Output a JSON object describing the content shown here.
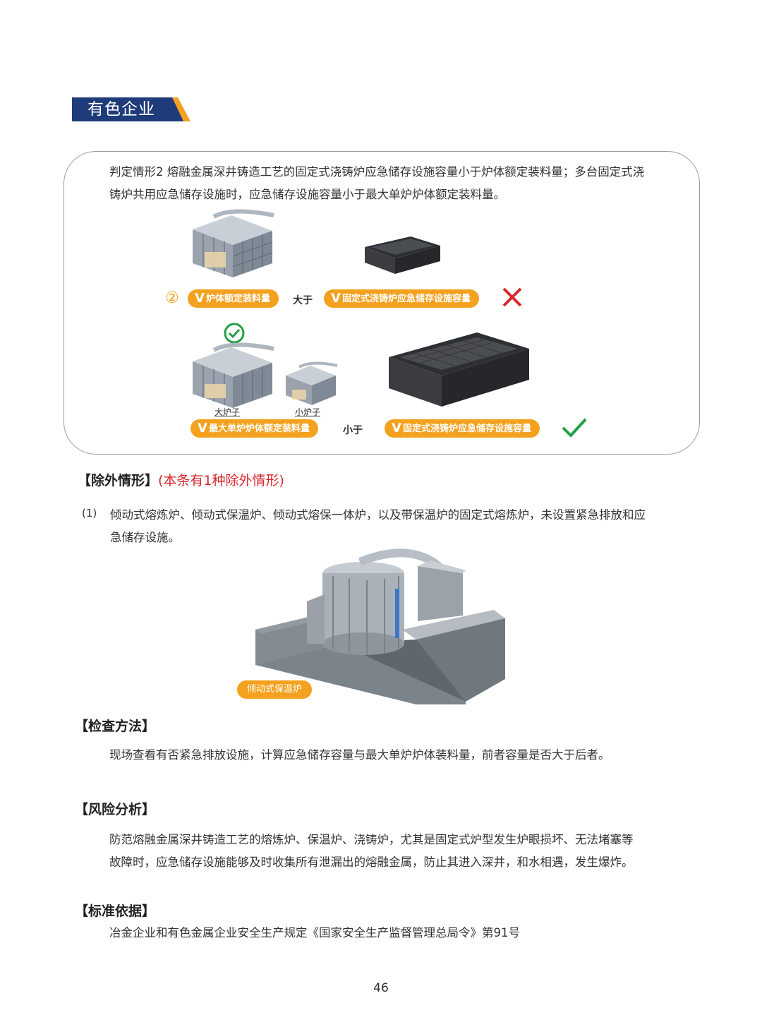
{
  "header": {
    "title": "有色企业"
  },
  "panel": {
    "criterion_line1": "判定情形2 熔融金属深井铸造工艺的固定式浇铸炉应急储存设施容量小于炉体额定装料量；多台固定式浇",
    "criterion_line2": "铸炉共用应急储存设施时，应急储存设施容量小于最大单炉炉体额定装料量。",
    "row1": {
      "number": "②",
      "pill_left": "炉体额定装料量",
      "relation": "大于",
      "pill_right": "固定式浇铸炉应急储存设施容量",
      "verdict": "wrong"
    },
    "row2": {
      "label_big": "大炉子",
      "label_small": "小炉子",
      "pill_left": "最大单炉炉体额定装料量",
      "relation": "小于",
      "pill_right": "固定式浇铸炉应急储存设施容量",
      "verdict": "correct"
    },
    "pill_mark": "V"
  },
  "exception": {
    "heading": "【除外情形】",
    "note": "(本条有1种除外情形)",
    "item_no": "(1)",
    "item_line1": "倾动式熔炼炉、倾动式保温炉、倾动式熔保一体炉，以及带保温炉的固定式熔炼炉，未设置紧急排放和应",
    "item_line2": "急储存设施。",
    "figure_label": "倾动式保温炉"
  },
  "inspection": {
    "heading": "【检查方法】",
    "text": "现场查看有否紧急排放设施，计算应急储存容量与最大单炉炉体装料量，前者容量是否大于后者。"
  },
  "risk": {
    "heading": "【风险分析】",
    "line1": "防范熔融金属深井铸造工艺的熔炼炉、保温炉、浇铸炉，尤其是固定式炉型发生炉眼损坏、无法堵塞等",
    "line2": "故障时，应急储存设施能够及时收集所有泄漏出的熔融金属，防止其进入深井，和水相遇，发生爆炸。"
  },
  "basis": {
    "heading": "【标准依据】",
    "text": "冶金企业和有色金属企业安全生产规定《国家安全生产监督管理总局令》第91号"
  },
  "page_number": "46",
  "colors": {
    "navy": "#1f3b7a",
    "orange": "#f4a11f",
    "red": "#d9262c",
    "green": "#22a043"
  }
}
